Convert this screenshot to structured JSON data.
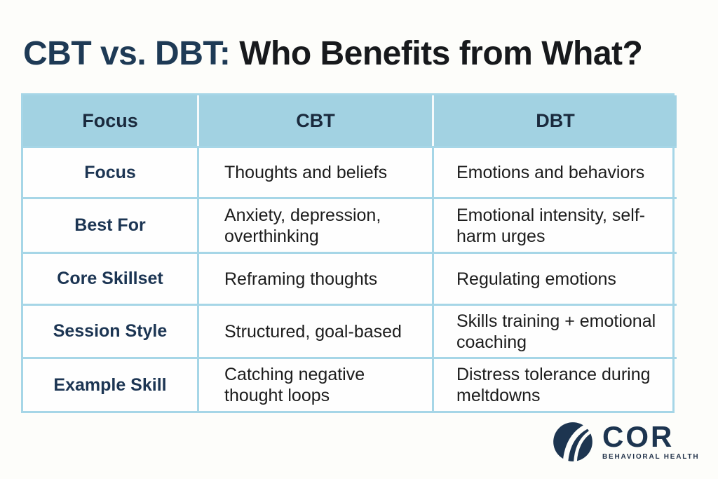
{
  "title": {
    "highlight": "CBT vs. DBT:",
    "rest": " Who Benefits from What?"
  },
  "colors": {
    "header_bg": "#a2d2e2",
    "border": "#a6d6e7",
    "navy": "#1c3553",
    "title_navy": "#1e3a55",
    "body_text": "#1c1c1c",
    "page_bg": "#fdfdfa"
  },
  "table": {
    "headers": [
      "Focus",
      "CBT",
      "DBT"
    ],
    "rows": [
      {
        "label": "Focus",
        "cbt": "Thoughts and beliefs",
        "dbt": "Emotions and behaviors"
      },
      {
        "label": "Best For",
        "cbt": "Anxiety, depression, overthinking",
        "dbt": "Emotional intensity, self-harm urges"
      },
      {
        "label": "Core Skillset",
        "cbt": "Reframing thoughts",
        "dbt": "Regulating emotions"
      },
      {
        "label": "Session Style",
        "cbt": "Structured, goal-based",
        "dbt": "Skills training + emotional coaching"
      },
      {
        "label": "Example Skill",
        "cbt": "Catching negative thought loops",
        "dbt": "Distress tolerance during meltdowns"
      }
    ]
  },
  "logo": {
    "name": "COR",
    "tagline": "BEHAVIORAL HEALTH"
  }
}
